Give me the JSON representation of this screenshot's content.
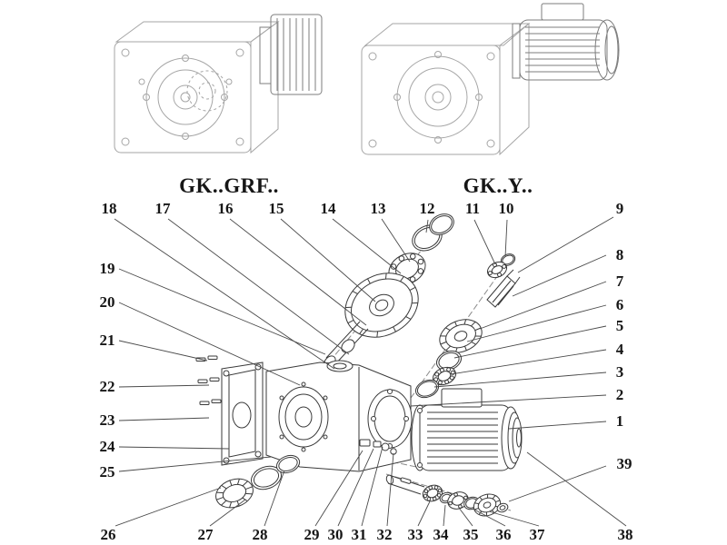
{
  "page": {
    "background_color": "#ffffff",
    "line_color": "#3a3a3a",
    "sketch_line_color": "#a6a6a6",
    "text_color": "#161616"
  },
  "variants": [
    {
      "id": "gk-grf",
      "label": "GK..GRF.."
    },
    {
      "id": "gk-y",
      "label": "GK..Y.."
    }
  ],
  "callouts": {
    "top": [
      "18",
      "17",
      "16",
      "15",
      "14",
      "13",
      "12",
      "11",
      "10",
      "9"
    ],
    "left": [
      "19",
      "20",
      "21",
      "22",
      "23",
      "24",
      "25"
    ],
    "right": [
      "8",
      "7",
      "6",
      "5",
      "4",
      "3",
      "2",
      "1",
      "39"
    ],
    "bottom": [
      "26",
      "27",
      "28",
      "29",
      "30",
      "31",
      "32",
      "33",
      "34",
      "35",
      "36",
      "37",
      "38"
    ]
  }
}
